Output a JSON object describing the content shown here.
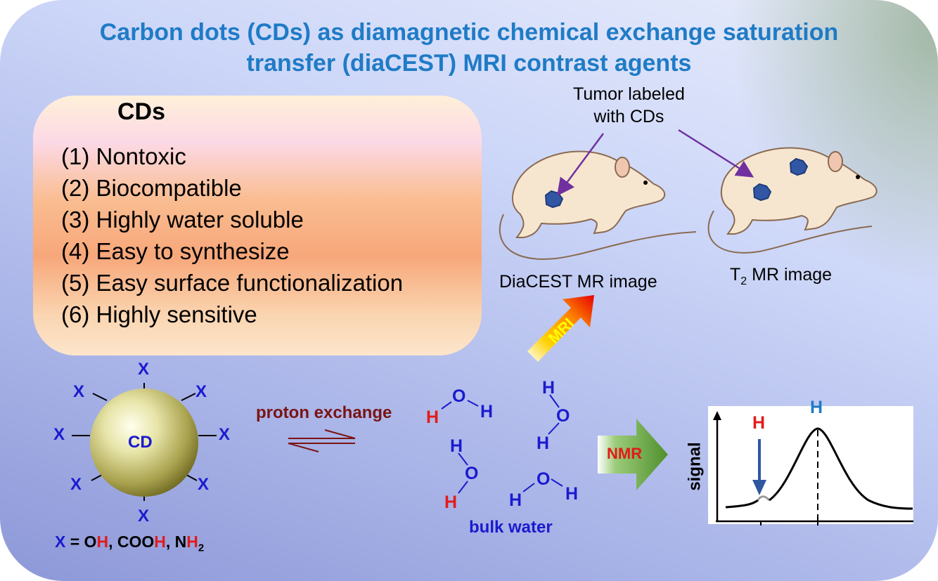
{
  "title": {
    "line1": "Carbon dots (CDs) as diamagnetic chemical exchange saturation",
    "line2": "transfer (diaCEST) MRI contrast agents"
  },
  "properties": {
    "heading": "CDs",
    "items": [
      "(1) Nontoxic",
      "(2) Biocompatible",
      "(3) Highly water soluble",
      "(4) Easy to synthesize",
      "(5) Easy surface functionalization",
      "(6) Highly sensitive"
    ]
  },
  "tumor_label": {
    "line1": "Tumor labeled",
    "line2": "with CDs"
  },
  "images": {
    "diacest": "DiaCEST MR image",
    "t2_prefix": "T",
    "t2_sub": "2",
    "t2_suffix": " MR image"
  },
  "cd": {
    "label": "CD",
    "substituent": "X",
    "legend": {
      "x": "X",
      "eq": " = O",
      "h1": "H",
      "cooh": ", COO",
      "h2": "H",
      "n": ", N",
      "h3": "H",
      "sub2": "2"
    }
  },
  "exchange": {
    "label": "proton exchange"
  },
  "water": {
    "label": "bulk water",
    "h": "H",
    "o": "O"
  },
  "arrows": {
    "mri": "MRI",
    "nmr": "NMR"
  },
  "spectrum": {
    "ylabel": "signal",
    "peak_small": "H",
    "peak_large": "H"
  },
  "colors": {
    "title": "#1f7bc6",
    "atom_blue": "#1a1ad0",
    "atom_red": "#e31a1a",
    "exchange": "#7a1414",
    "arrow_purple": "#7030a0"
  }
}
